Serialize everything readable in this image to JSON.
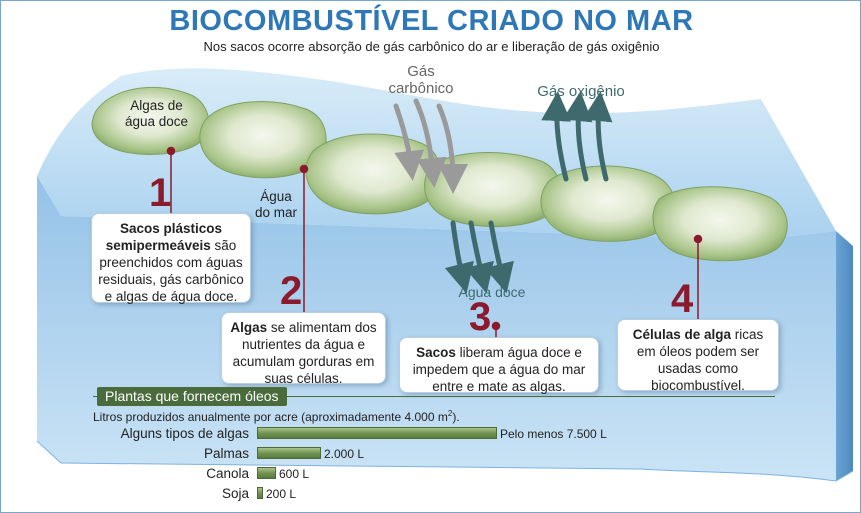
{
  "header": {
    "title": "BIOCOMBUSTÍVEL CRIADO NO MAR",
    "subtitle": "Nos sacos ocorre absorção de gás carbônico do ar e liberação de gás oxigênio"
  },
  "scene": {
    "label_algae": [
      "Algas de",
      "água doce"
    ],
    "label_seawater": [
      "Água",
      "do mar"
    ],
    "label_co2": [
      "Gás",
      "carbônico"
    ],
    "label_o2": "Gás oxigênio",
    "label_freshwater": "Água doce"
  },
  "colors": {
    "title_blue": "#2e78b7",
    "number_red": "#8b1a2c",
    "section_green": "#4a6b3c",
    "bar_green": "#6f9150",
    "o2_arrow": "#3e6a6e",
    "co2_arrow": "#9a9a9a",
    "sea_blue": "#8fbfe6"
  },
  "steps": [
    {
      "number": "1",
      "bold": "Sacos plásticos semipermeáveis",
      "text": " são preenchidos com águas residuais, gás carbônico e algas de água doce."
    },
    {
      "number": "2",
      "bold": "Algas",
      "text": " se alimentam dos nutrientes da água e acumulam gorduras em suas células."
    },
    {
      "number": "3",
      "bold": "Sacos",
      "text": " liberam água doce e impedem que a água do mar entre e mate as algas."
    },
    {
      "number": "4",
      "bold": "Células de alga",
      "text": " ricas em óleos podem ser usadas como biocombustível."
    }
  ],
  "oil_plants": {
    "section_title": "Plantas que fornecem óleos",
    "caption": "Litros produzidos anualmente por acre (aproximadamente 4.000 m",
    "caption_sup": "2",
    "caption_end": ").",
    "chart_data": {
      "type": "bar",
      "categories": [
        "Alguns tipos de algas",
        "Palmas",
        "Canola",
        "Soja"
      ],
      "values": [
        7500,
        2000,
        600,
        200
      ],
      "value_labels": [
        "Pelo menos 7.500 L",
        "2.000 L",
        "600 L",
        "200 L"
      ],
      "unit": "L"
    }
  }
}
